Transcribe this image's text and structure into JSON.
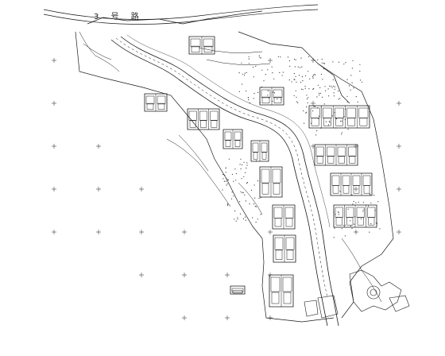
{
  "drawing": {
    "road_label": "3 号 路",
    "line_color": "#1a1a1a",
    "background": "#ffffff"
  },
  "grid_marks": {
    "symbol": "+",
    "count": 30
  },
  "buildings": [
    {
      "id": "villa-top"
    },
    {
      "id": "villa-left"
    },
    {
      "id": "villa-upper-mid"
    },
    {
      "id": "row-houses-1"
    },
    {
      "id": "row-houses-2"
    },
    {
      "id": "row-houses-3"
    },
    {
      "id": "row-houses-4"
    },
    {
      "id": "row-houses-5"
    },
    {
      "id": "row-houses-6"
    },
    {
      "id": "row-houses-7"
    },
    {
      "id": "row-houses-8"
    },
    {
      "id": "row-houses-9"
    },
    {
      "id": "row-houses-10"
    },
    {
      "id": "row-houses-11"
    },
    {
      "id": "row-houses-12"
    }
  ]
}
